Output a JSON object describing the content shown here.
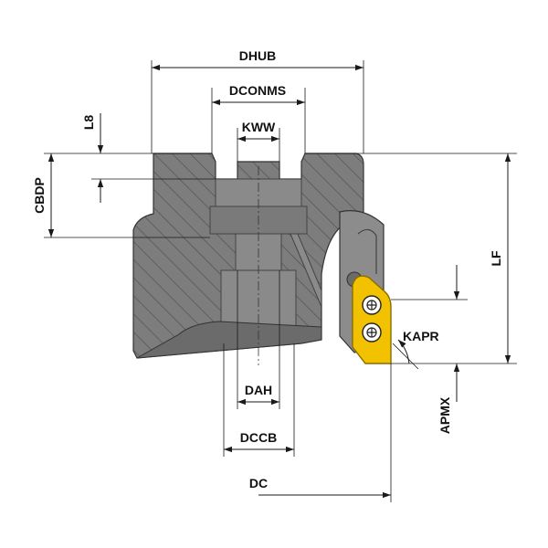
{
  "colors": {
    "body": "#7d7d7d",
    "body_dark": "#5e5e5e",
    "hatch": "#4a4a4a",
    "insert": "#f2c200",
    "insert_edge": "#8a6d00",
    "line": "#1a1a1a",
    "background": "#ffffff"
  },
  "labels": {
    "dhub": "DHUB",
    "dconms": "DCONMS",
    "kww": "KWW",
    "l8": "L8",
    "cbdp": "CBDP",
    "lf": "LF",
    "kapr": "KAPR",
    "dah": "DAH",
    "dccb": "DCCB",
    "apmx": "APMX",
    "dc": "DC"
  }
}
